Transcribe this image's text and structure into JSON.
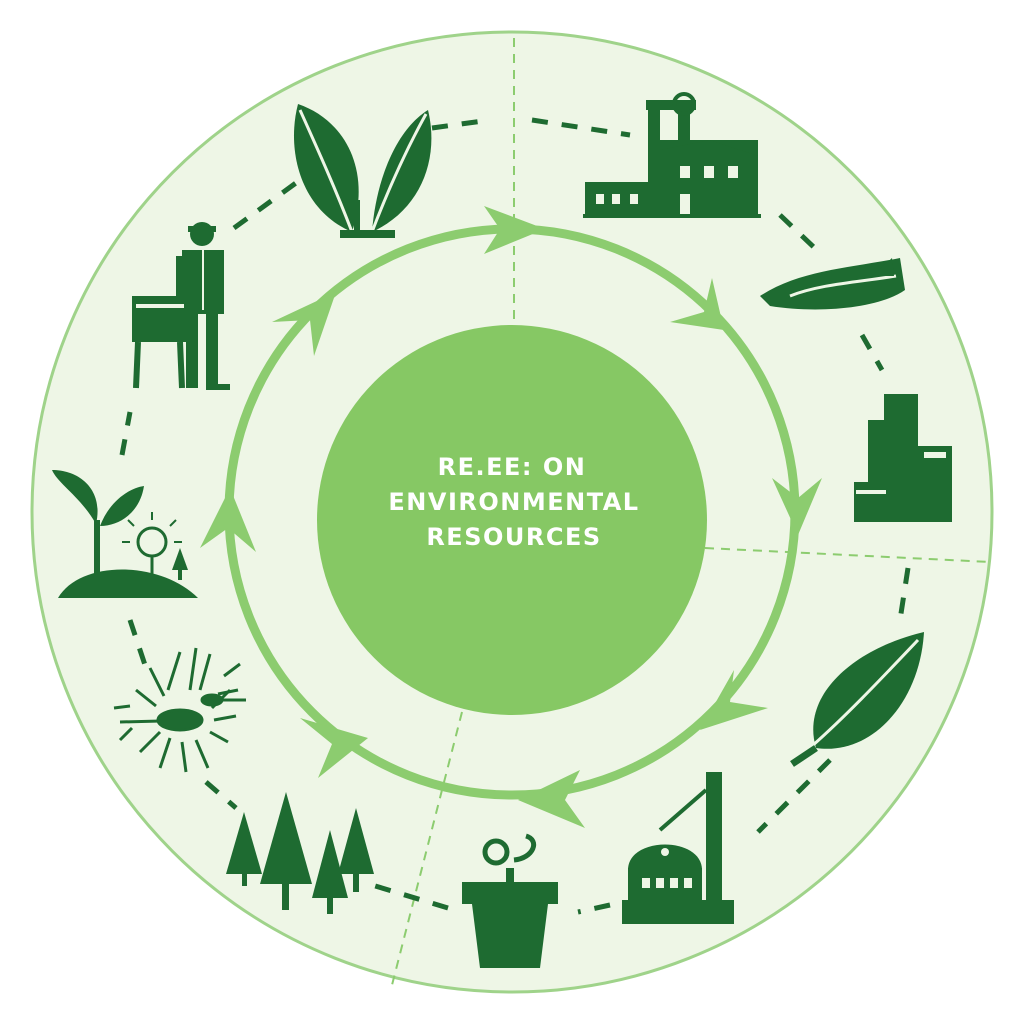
{
  "center": {
    "line1": "RE.EE: ON",
    "line2": "ENVIRONMENTAL",
    "line3": "RESOURCES"
  },
  "colors": {
    "outer_fill": "#eef6e6",
    "outer_border": "#9fd38a",
    "cycle_arrow": "#8ccc6f",
    "center_fill": "#86c864",
    "icon": "#1e6b31",
    "text": "#ffffff"
  },
  "icons": [
    "leaves-icon",
    "factory-icon",
    "boat-icon",
    "industrial-plant-icon",
    "leaf-icon",
    "refinery-icon",
    "plant-pot-icon",
    "forest-icon",
    "insect-burst-icon",
    "sprout-sun-icon",
    "farmer-icon"
  ]
}
